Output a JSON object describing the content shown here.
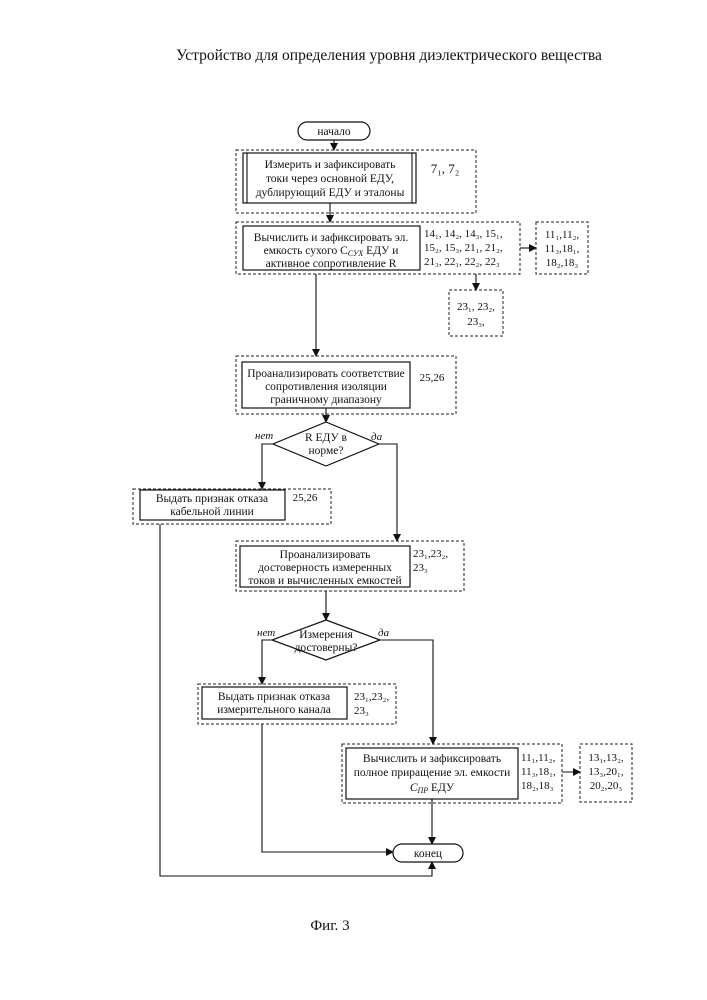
{
  "title": "Устройство для определения уровня диэлектрического вещества",
  "caption": "Фиг. 3",
  "start": "начало",
  "end": "конец",
  "step1": {
    "lines": [
      "Измерить и зафиксировать",
      "токи через основной ЕДУ,",
      "дублирующий ЕДУ и эталоны"
    ],
    "ref": "7₁, 7₂"
  },
  "step2": {
    "lines": [
      "Вычислить и зафиксировать эл.",
      "емкость сухого C",
      "СУХ",
      " ЕДУ и",
      "активное сопротивление R"
    ],
    "ref": [
      "14₁, 14₂, 14₃, 15₁,",
      "15₂, 15₃, 21₁, 21₂,",
      "21₃, 22₁, 22₂, 22₃"
    ],
    "side_ref": [
      "11₁,11₂,",
      "11₃,18₁,",
      "18₂,18₃"
    ],
    "below_ref": [
      "23₁, 23₂,",
      "23₃,"
    ]
  },
  "step3": {
    "lines": [
      "Проанализировать соответствие",
      "сопротивления изоляции",
      "граничному диапазону"
    ],
    "ref": "25,26"
  },
  "decision1": {
    "lines": [
      "R ЕДУ в",
      "норме?"
    ],
    "no": "нет",
    "yes": "да"
  },
  "fail1": {
    "lines": [
      "Выдать признак отказа",
      "кабельной линии"
    ],
    "ref": "25,26"
  },
  "step4": {
    "lines": [
      "Проанализировать",
      "достоверность измеренных",
      "токов и вычисленных емкостей"
    ],
    "ref": [
      "23₁,23₂,",
      "23₃"
    ]
  },
  "decision2": {
    "lines": [
      "Измерения",
      "достоверны?"
    ],
    "no": "нет",
    "yes": "да"
  },
  "fail2": {
    "lines": [
      "Выдать признак отказа",
      "измерительного канала"
    ],
    "ref": [
      "23₁,23₂,",
      "23₃"
    ]
  },
  "step5": {
    "lines": [
      "Вычислить и зафиксировать",
      "полное приращение эл. емкости",
      "C",
      "ПР",
      " ЕДУ"
    ],
    "ref": [
      "11₁,11₂,",
      "11₃,18₁,",
      "18₂,18₃"
    ],
    "side_ref": [
      "13₁,13₂,",
      "13₃,20₁,",
      "20₂,20₃"
    ]
  }
}
